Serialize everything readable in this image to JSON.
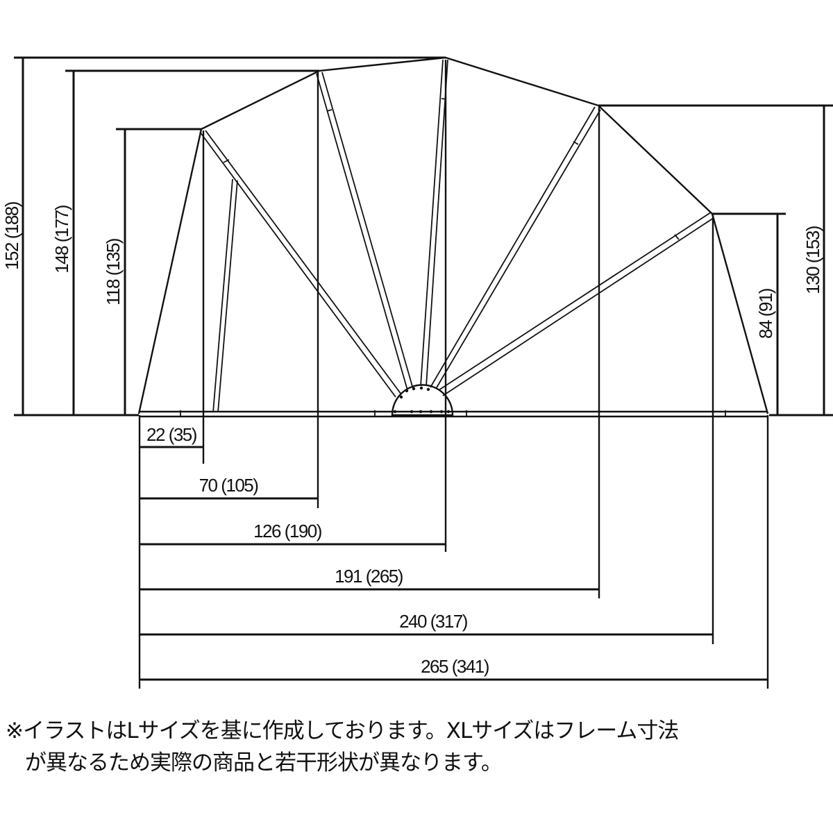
{
  "diagram": {
    "type": "frame-dimension-drawing",
    "unit_note": "values outside parentheses = L size, values in parentheses = XL size",
    "heights": [
      {
        "id": "h152",
        "label": "152 (188)",
        "l": 152,
        "xl": 188
      },
      {
        "id": "h148",
        "label": "148 (177)",
        "l": 148,
        "xl": 177
      },
      {
        "id": "h118",
        "label": "118 (135)",
        "l": 118,
        "xl": 135
      },
      {
        "id": "h130",
        "label": "130 (153)",
        "l": 130,
        "xl": 153
      },
      {
        "id": "h84",
        "label": "84 (91)",
        "l": 84,
        "xl": 91
      }
    ],
    "widths": [
      {
        "id": "w22",
        "label": "22 (35)",
        "l": 22,
        "xl": 35
      },
      {
        "id": "w70",
        "label": "70 (105)",
        "l": 70,
        "xl": 105
      },
      {
        "id": "w126",
        "label": "126 (190)",
        "l": 126,
        "xl": 190
      },
      {
        "id": "w191",
        "label": "191 (265)",
        "l": 191,
        "xl": 265
      },
      {
        "id": "w240",
        "label": "240 (317)",
        "l": 240,
        "xl": 317
      },
      {
        "id": "w265",
        "label": "265 (341)",
        "l": 265,
        "xl": 341
      }
    ]
  },
  "note": {
    "line1": "※イラストはLサイズを基に作成しております。XLサイズはフレーム寸法",
    "line2": "が異なるため実際の商品と若干形状が異なります。"
  }
}
